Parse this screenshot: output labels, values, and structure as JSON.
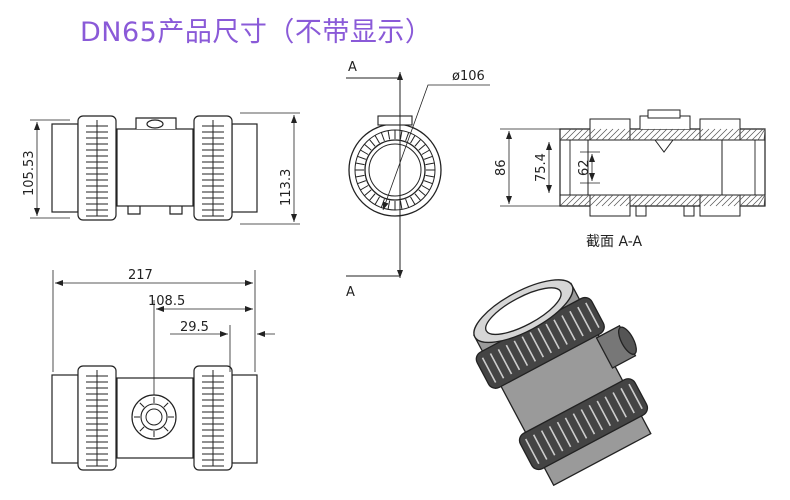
{
  "title": "DN65产品尺寸（不带显示）",
  "colors": {
    "title": "#8a5ad8",
    "line": "#222222",
    "hatch": "#555555",
    "body_fill": "#f4f4f4"
  },
  "front_view": {
    "dim_overall_height": "105.53",
    "dim_right_height": "113.3"
  },
  "side_view": {
    "dim_diameter": "ø106",
    "section_mark_top": "A",
    "section_mark_bottom": "A"
  },
  "section_view": {
    "dim_outer": "86",
    "dim_mid": "75.4",
    "dim_inner": "62",
    "caption": "截面 A-A"
  },
  "top_view": {
    "dim_length": "217",
    "dim_half": "108.5",
    "dim_offset": "29.5"
  }
}
